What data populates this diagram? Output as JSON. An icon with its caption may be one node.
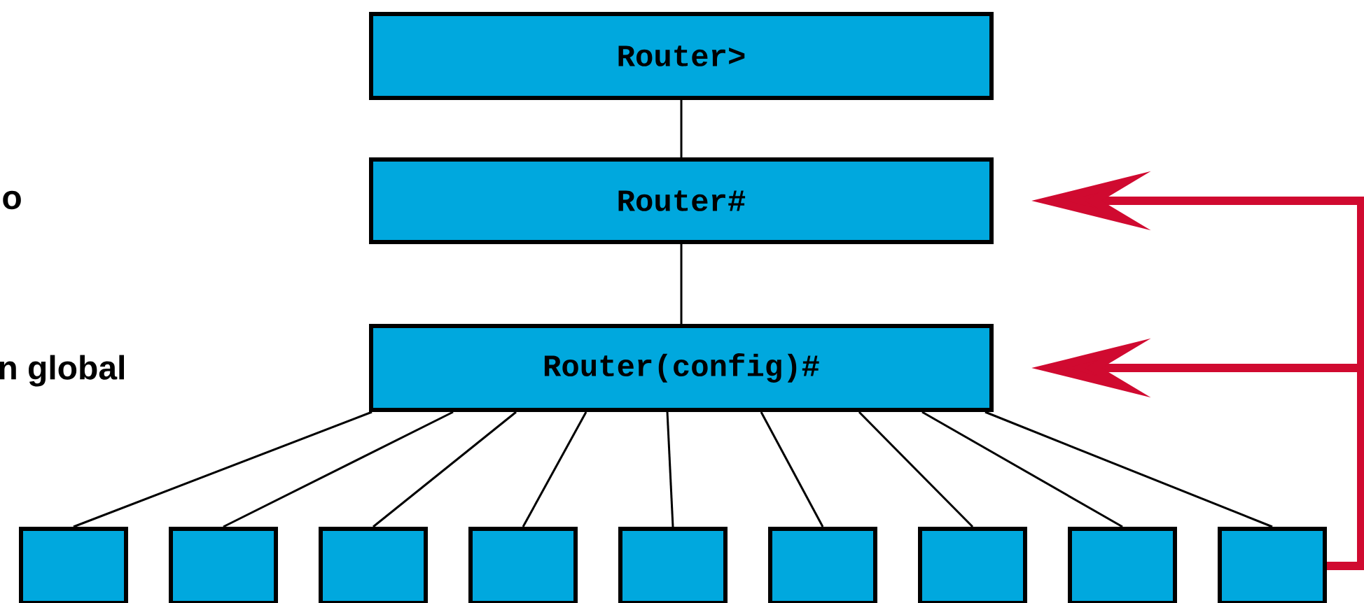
{
  "diagram": {
    "nodes": [
      {
        "text": [
          "Router>"
        ]
      },
      {
        "text": [
          "Router#"
        ]
      },
      {
        "text": [
          "Router(config)#"
        ]
      },
      {
        "text": [],
        "shape": "box"
      },
      {
        "text": [],
        "shape": "box"
      },
      {
        "text": [],
        "shape": "box"
      },
      {
        "text": [],
        "shape": "box"
      },
      {
        "text": [],
        "shape": "box"
      },
      {
        "text": [],
        "shape": "box"
      },
      {
        "text": [],
        "shape": "box"
      },
      {
        "text": [],
        "shape": "box"
      },
      {
        "text": [],
        "shape": "box"
      }
    ],
    "edges": [
      {
        "from": 0,
        "to": 1,
        "arrow": "none"
      },
      {
        "from": 1,
        "to": 2,
        "arrow": "none"
      },
      {
        "from": 2,
        "to": 3,
        "arrow": "none"
      },
      {
        "from": 2,
        "to": 4,
        "arrow": "none"
      },
      {
        "from": 2,
        "to": 5,
        "arrow": "none"
      },
      {
        "from": 2,
        "to": 6,
        "arrow": "none"
      },
      {
        "from": 2,
        "to": 7,
        "arrow": "none"
      },
      {
        "from": 2,
        "to": 8,
        "arrow": "none"
      },
      {
        "from": 2,
        "to": 9,
        "arrow": "none"
      },
      {
        "from": 2,
        "to": 10,
        "arrow": "none"
      },
      {
        "from": 2,
        "to": 11,
        "arrow": "none"
      },
      {
        "from": 11,
        "to": 1,
        "arrow": "to",
        "style": "thick",
        "color": "#d00a30"
      },
      {
        "from": 11,
        "to": 2,
        "arrow": "to",
        "style": "thick",
        "color": "#d00a30"
      }
    ],
    "labels": [
      "o",
      "n global"
    ]
  }
}
